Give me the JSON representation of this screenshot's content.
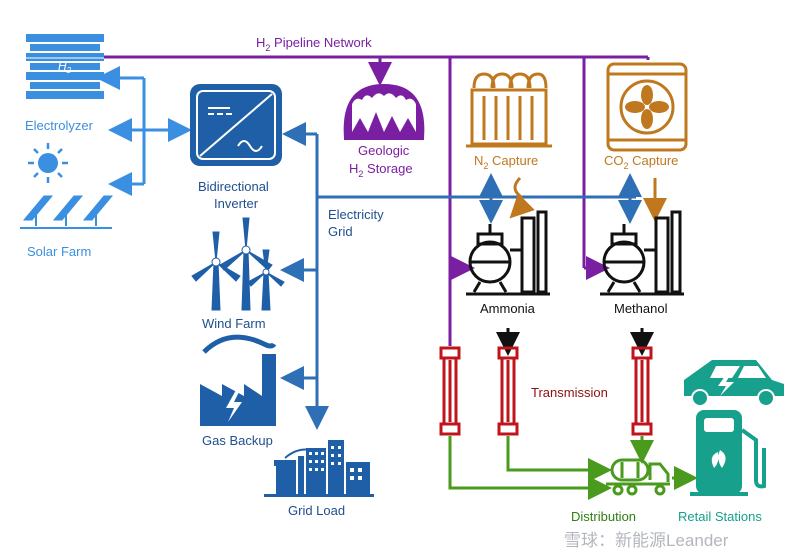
{
  "title_prefix": "H",
  "title_sub": "2",
  "title_rest": " Pipeline Network",
  "electrolyzer_label": "Electrolyzer",
  "electrolyzer_mark": "H",
  "electrolyzer_mark_sub": "2",
  "solar_label": "Solar Farm",
  "inverter_label_line1": "Bidirectional",
  "inverter_label_line2": "Inverter",
  "wind_label": "Wind Farm",
  "gas_label": "Gas Backup",
  "grid_load_label": "Grid Load",
  "storage_line1": "Geologic",
  "storage_line2_prefix": "H",
  "storage_line2_sub": "2",
  "storage_line2_rest": " Storage",
  "grid_label_line1": "Electricity",
  "grid_label_line2": "Grid",
  "n2_prefix": "N",
  "n2_sub": "2",
  "n2_rest": " Capture",
  "co2_prefix": "CO",
  "co2_sub": "2",
  "co2_rest": " Capture",
  "ammonia_label": "Ammonia",
  "methanol_label": "Methanol",
  "transmission_label": "Transmission",
  "distribution_label": "Distribution",
  "retail_label": "Retail Stations",
  "watermark": "雪球：新能源Leander",
  "colors": {
    "blue": "#2f6fb5",
    "light_blue": "#3b8fe0",
    "purple": "#7b1fa2",
    "orange": "#c0781e",
    "red": "#c0141c",
    "green": "#4a9a1e",
    "teal": "#17a08c",
    "dark": "#111111"
  }
}
